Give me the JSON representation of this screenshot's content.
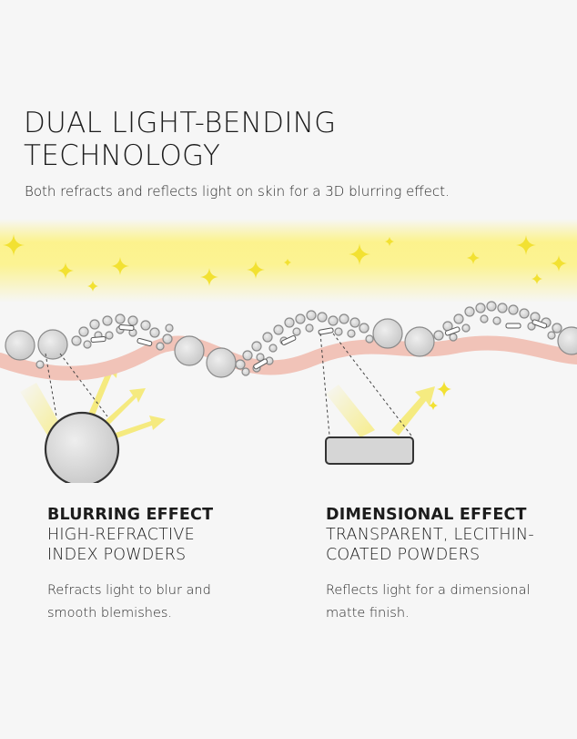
{
  "title_lines": [
    "DUAL LIGHT-BENDING",
    "TECHNOLOGY"
  ],
  "subtitle": "Both refracts and reflects light on skin for a 3D blurring effect.",
  "colors": {
    "glow": "#fdf27a",
    "sparkle": "#f2e132",
    "skin": "#f1c3b8",
    "powder_fill": "#dcdcdc",
    "powder_stroke": "#8a8a8a",
    "arrow": "#f7ec7e"
  },
  "effects": [
    {
      "heading": "BLURRING EFFECT",
      "sub_lines": [
        "HIGH-REFRACTIVE",
        "INDEX POWDERS"
      ],
      "desc_lines": [
        "Refracts light to blur and",
        "smooth blemishes."
      ]
    },
    {
      "heading": "DIMENSIONAL EFFECT",
      "sub_lines": [
        "TRANSPARENT, LECITHIN-",
        "COATED POWDERS"
      ],
      "desc_lines": [
        "Reflects light for a dimensional",
        "matte finish."
      ]
    }
  ]
}
